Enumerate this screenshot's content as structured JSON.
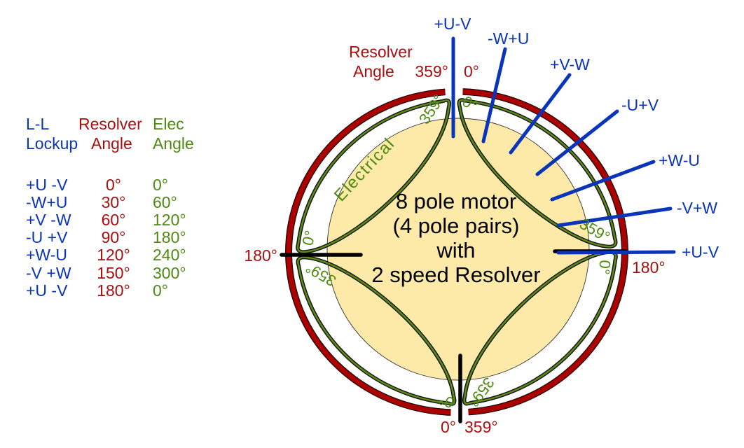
{
  "legend_table": {
    "header": {
      "lockup": [
        "L-L",
        "Lockup"
      ],
      "resolver_angle": [
        "Resolver",
        "Angle"
      ],
      "elec_angle": [
        "Elec",
        "Angle"
      ]
    },
    "rows": [
      {
        "lockup": "+U -V",
        "resolver_angle": "0°",
        "elec_angle": "0°"
      },
      {
        "lockup": "-W+U",
        "resolver_angle": "30°",
        "elec_angle": "60°"
      },
      {
        "lockup": "+V -W",
        "resolver_angle": "60°",
        "elec_angle": "120°"
      },
      {
        "lockup": "-U +V",
        "resolver_angle": "90°",
        "elec_angle": "180°"
      },
      {
        "lockup": "+W-U",
        "resolver_angle": "120°",
        "elec_angle": "240°"
      },
      {
        "lockup": "-V +W",
        "resolver_angle": "150°",
        "elec_angle": "300°"
      },
      {
        "lockup": "+U -V",
        "resolver_angle": "180°",
        "elec_angle": "0°"
      }
    ]
  },
  "diagram": {
    "resolver_title": [
      "Resolver",
      "Angle"
    ],
    "resolver_angles": {
      "top_left": "359°",
      "top_right": "0°",
      "left": "180°",
      "right": "180°",
      "bottom_left": "0°",
      "bottom_right": "359°"
    },
    "electrical_title": "Electrical",
    "electrical_lobes": [
      {
        "position": "top-right",
        "start": "0°",
        "end": "359°"
      },
      {
        "position": "bottom-right",
        "start": "0°",
        "end": "359°"
      },
      {
        "position": "bottom-left",
        "start": "0°",
        "end": "359°"
      },
      {
        "position": "top-left",
        "start": "0°",
        "end": "359°"
      }
    ],
    "lockup_labels": [
      "+U-V",
      "-W+U",
      "+V-W",
      "-U+V",
      "+W-U",
      "-V+W",
      "+U-V"
    ],
    "center_text": [
      "8 pole motor",
      "(4 pole pairs)",
      "with",
      "2 speed Resolver"
    ]
  },
  "colors": {
    "lockup": "#0b35b8",
    "resolver": "#a80f0f",
    "resolver_ring": "#aa0000",
    "electrical": "#4f8a10",
    "electrical_lobe": "#5e8a14",
    "motor_fill": "#fde9a8",
    "text": "#000000"
  }
}
